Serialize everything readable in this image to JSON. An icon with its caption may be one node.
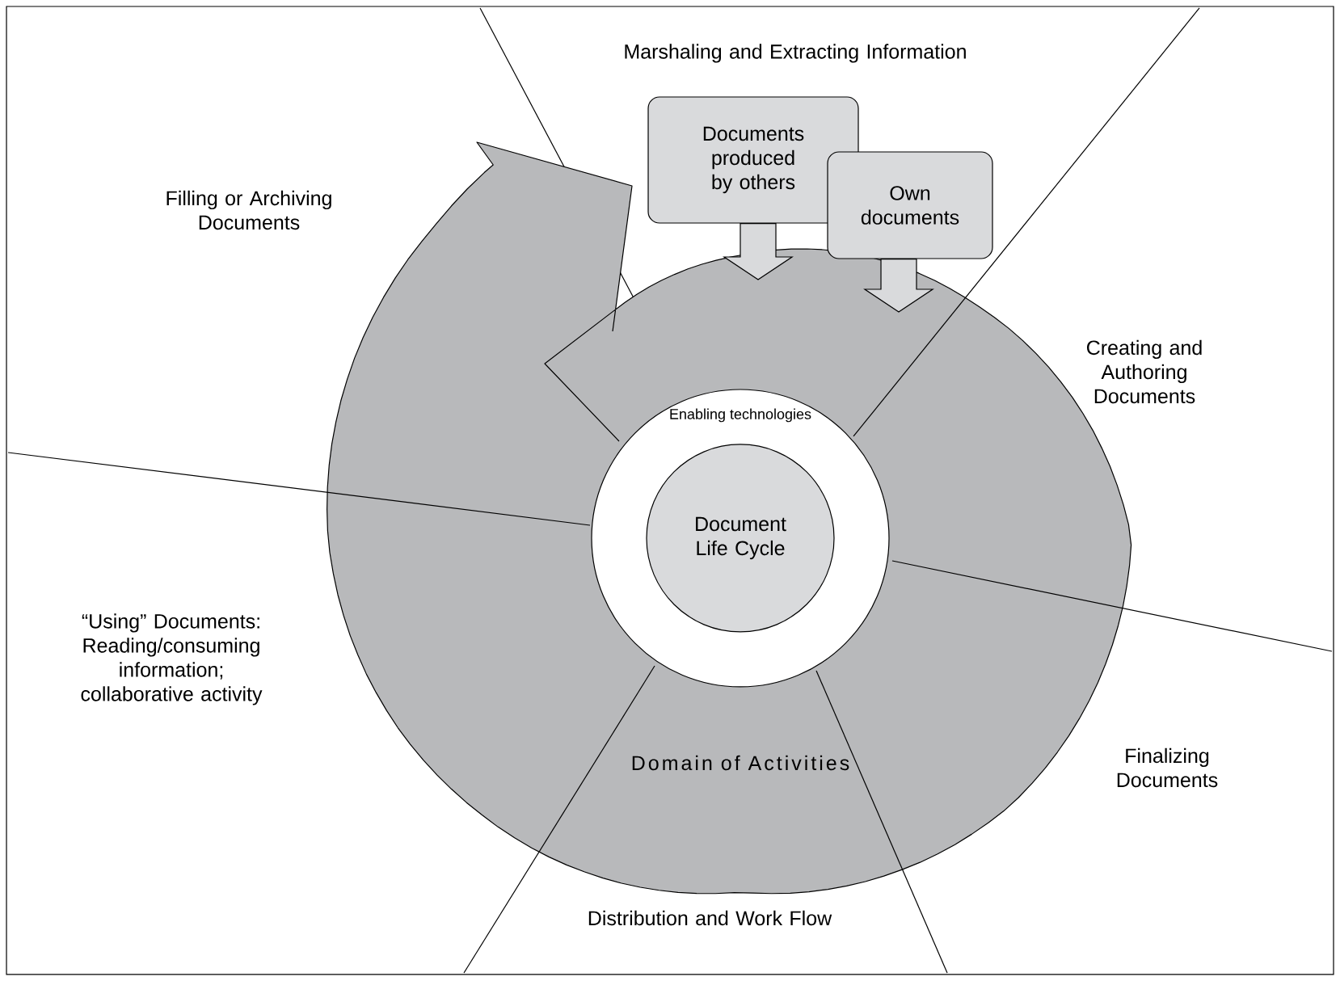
{
  "diagram": {
    "nodes": [
      {
        "text": [
          "Documents produced by others"
        ]
      },
      {
        "text": [
          "Own documents"
        ]
      },
      {
        "text": [
          "Domain of Activities"
        ]
      },
      {
        "text": [
          "Enabling technologies"
        ],
        "in": 2
      },
      {
        "text": [
          "Document Life Cycle"
        ],
        "in": 3
      }
    ],
    "edges": [
      {
        "from": 0,
        "to": 2,
        "arrow": "to"
      },
      {
        "from": 1,
        "to": 2,
        "arrow": "to"
      }
    ],
    "labels": [
      "Marshaling and Extracting Information",
      "Filling or Archiving Documents",
      "Creating and Authoring Documents",
      "“Using” Documents: Reading/consuming information; collaborative activity",
      "Finalizing Documents",
      "Distribution and Work Flow"
    ]
  }
}
